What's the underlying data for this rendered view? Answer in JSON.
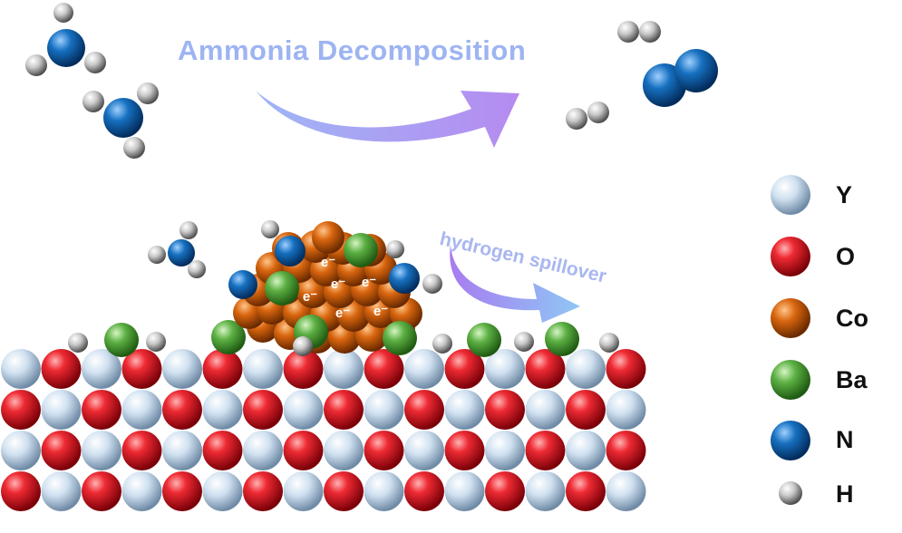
{
  "title": "Ammonia Decomposition",
  "spillover_label": "hydrogen spillover",
  "electron_label": "e⁻",
  "legend": [
    {
      "symbol": "Y",
      "color": "#c9dcee"
    },
    {
      "symbol": "O",
      "color": "#e0242e"
    },
    {
      "symbol": "Co",
      "color": "#d6620f"
    },
    {
      "symbol": "Ba",
      "color": "#4fa83a"
    },
    {
      "symbol": "N",
      "color": "#1667b3"
    },
    {
      "symbol": "H",
      "color": "#c8c8c8"
    }
  ],
  "colors": {
    "arrow_start": "#9fb6f6",
    "arrow_end": "#b58bf0"
  }
}
